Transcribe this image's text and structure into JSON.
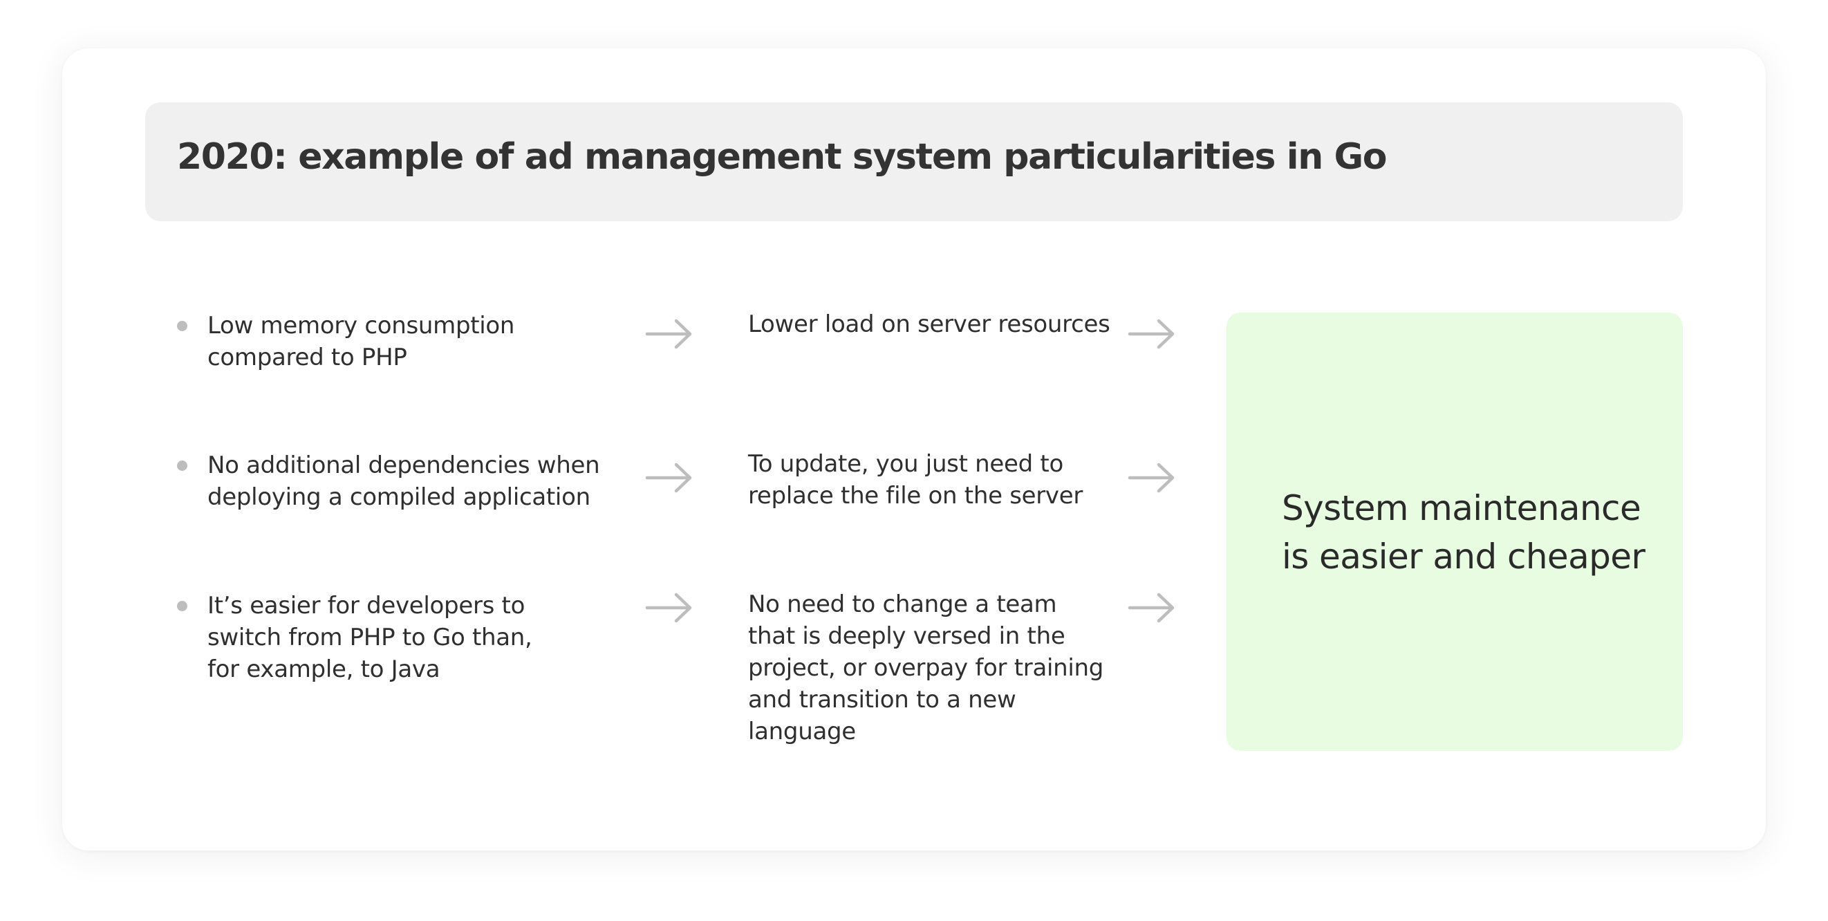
{
  "title": "2020: example of ad management system particularities in Go",
  "rows": [
    {
      "feature": "Low memory consumption\ncompared to PHP",
      "effect": "Lower load on server resources"
    },
    {
      "feature": "No additional dependencies when\ndeploying a compiled application",
      "effect": "To update, you just need to\nreplace the file on the server"
    },
    {
      "feature": "It’s easier for developers to\nswitch from PHP to Go than,\nfor example, to Java",
      "effect": "No need to change a team\nthat is deeply versed in the\nproject, or overpay for training\nand transition to a new\nlanguage"
    }
  ],
  "result": "System maintenance\nis easier and cheaper",
  "colors": {
    "title_bg": "#f0f0f0",
    "result_bg": "#e8fce2",
    "arrow": "#bdbdbd",
    "bullet": "#bdbdbd",
    "text": "#2f2f2f"
  },
  "icons": {
    "bullet": "bullet-dot-icon",
    "arrow": "arrow-right-icon"
  }
}
